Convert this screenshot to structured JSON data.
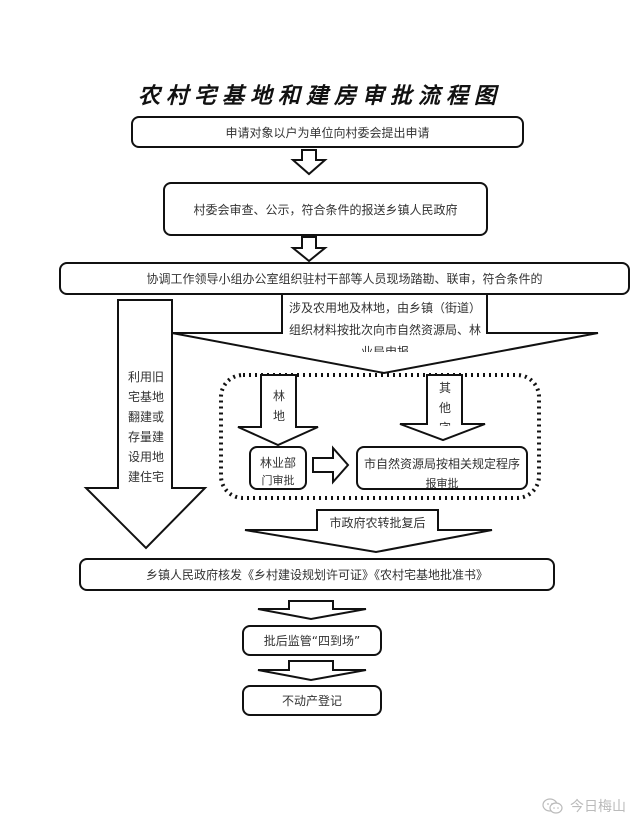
{
  "title": "农村宅基地和建房审批流程图",
  "steps": {
    "step1": "申请对象以户为单位向村委会提出申请",
    "step2": "村委会审查、公示，符合条件的报送乡镇人民政府",
    "step3": "协调工作领导小组办公室组织驻村干部等人员现场踏勘、联审，符合条件的",
    "branch_left": [
      "利用旧",
      "宅基地",
      "翻建或",
      "存量建",
      "设用地",
      "建住宅"
    ],
    "branch_right_lines": [
      "涉及农用地及林地，由乡镇（街道）",
      "组织材料按批次向市自然资源局、林",
      "业局申报"
    ],
    "forest_arrow": [
      "林",
      "地"
    ],
    "other_arrow": [
      "其",
      "他",
      "宅"
    ],
    "forest_box_lines": [
      "林业部",
      "门审批"
    ],
    "resource_box_lines": [
      "市自然资源局按相关规定程序",
      "报审批"
    ],
    "city_approval": "市政府农转批复后",
    "step_issue": "乡镇人民政府核发《乡村建设规划许可证》《农村宅基地批准书》",
    "step_supervise": "批后监管“四到场”",
    "step_register": "不动产登记"
  },
  "watermark": {
    "icon": "wechat-icon",
    "text": "今日梅山"
  }
}
